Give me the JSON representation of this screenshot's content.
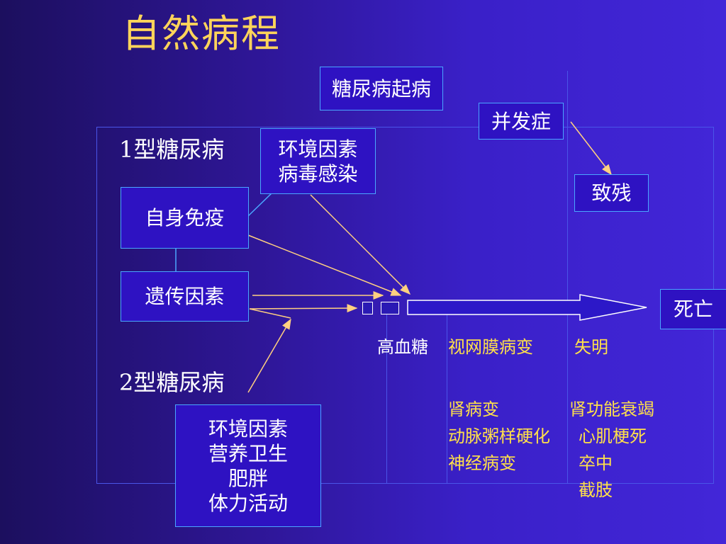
{
  "title": "自然病程",
  "onset": "糖尿病起病",
  "complication": "并发症",
  "disability": "致残",
  "death": "死亡",
  "type1": "1型糖尿病",
  "type2": "2型糖尿病",
  "env1": [
    "环境因素",
    "病毒感染"
  ],
  "autoimmune": "自身免疫",
  "genetic": "遗传因素",
  "env2": [
    "环境因素",
    "营养卫生",
    "肥胖",
    "体力活动"
  ],
  "hyperglycemia": "高血糖",
  "complications_list": [
    "视网膜病变",
    "肾病变",
    "动脉粥样硬化",
    "神经病变"
  ],
  "outcomes_list": [
    "失明",
    "肾功能衰竭",
    "心肌梗死",
    "卒中",
    "截肢"
  ],
  "colors": {
    "title": "#ffd45a",
    "yellow_text": "#ffe04a",
    "box_border": "#4aa6ff",
    "arrow": "#ffd080"
  }
}
